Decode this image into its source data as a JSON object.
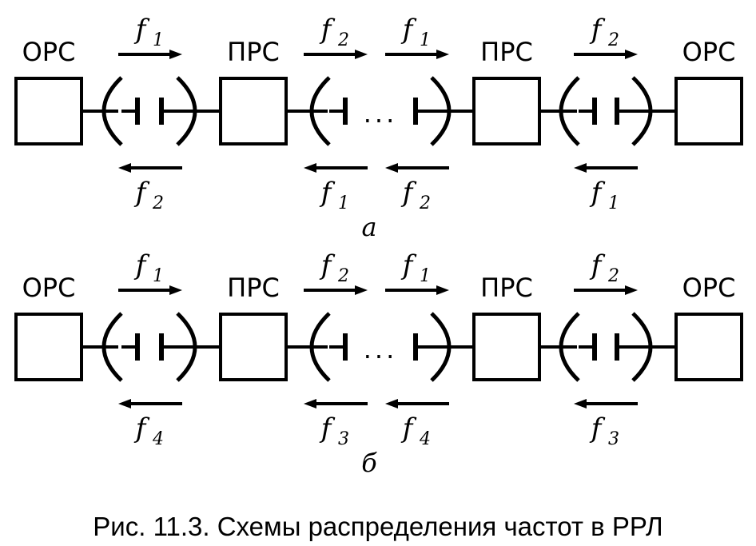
{
  "station_labels": [
    "ОРС",
    "ПРС",
    "ПРС",
    "ОРС"
  ],
  "ellipsis": "...",
  "diagram_a": {
    "sublabel": "а",
    "top_freqs": [
      "1",
      "2",
      "1",
      "2"
    ],
    "bottom_freqs": [
      "2",
      "1",
      "2",
      "1"
    ]
  },
  "diagram_b": {
    "sublabel": "б",
    "top_freqs": [
      "1",
      "2",
      "1",
      "2"
    ],
    "bottom_freqs": [
      "4",
      "3",
      "4",
      "3"
    ]
  },
  "freq_symbol": "f",
  "caption": "Рис. 11.3. Схемы распределения частот в РРЛ"
}
